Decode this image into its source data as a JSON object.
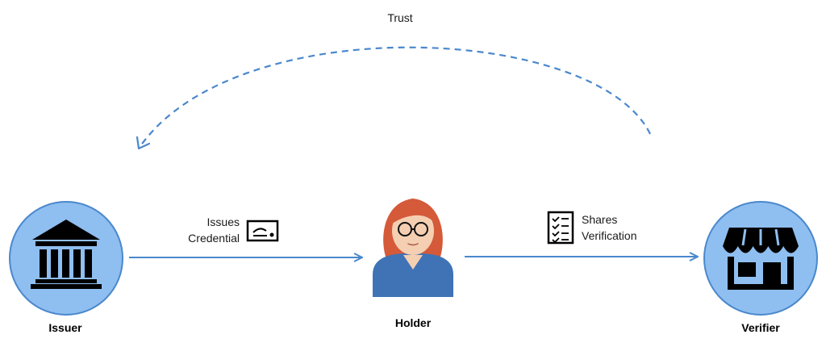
{
  "colors": {
    "arrow": "#4a88cc",
    "node_fill": "#8fbef0",
    "node_stroke": "#4a88cc",
    "icon": "#000000",
    "hair": "#d45a3a",
    "skin": "#f5cfb2",
    "shirt": "#3f73b6"
  },
  "trust": {
    "label": "Trust"
  },
  "nodes": {
    "issuer": {
      "label": "Issuer",
      "icon": "bank-icon"
    },
    "holder": {
      "label": "Holder",
      "icon": "person-avatar"
    },
    "verifier": {
      "label": "Verifier",
      "icon": "storefront-icon"
    }
  },
  "edges": {
    "issue": {
      "line1": "Issues",
      "line2": "Credential",
      "icon": "certificate-icon"
    },
    "share": {
      "line1": "Shares",
      "line2": "Verification",
      "icon": "checklist-icon"
    }
  }
}
